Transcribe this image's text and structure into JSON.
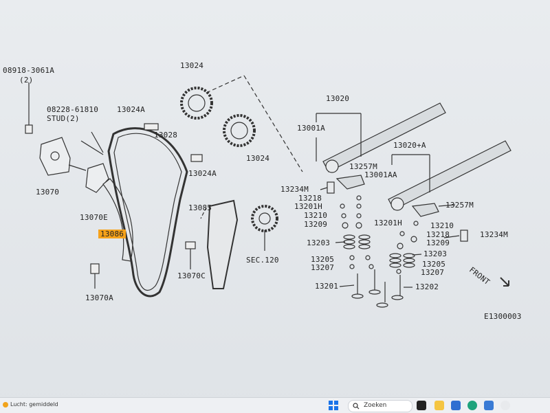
{
  "diagram": {
    "labels": {
      "n08918": "08918-3061A",
      "n08918_qty": "(2)",
      "n08228": "08228-61810",
      "stud": "STUD(2)",
      "p13024a_top": "13024A",
      "p13024_top": "13024",
      "p13028": "13028",
      "p13024_mid": "13024",
      "p13024a_mid": "13024A",
      "p13070": "13070",
      "p13070e": "13070E",
      "p13086": "13086",
      "p13085": "13085",
      "sec120": "SEC.120",
      "p13070c": "13070C",
      "p13070a": "13070A",
      "p13020": "13020",
      "p13001a": "13001A",
      "p13020a": "13020+A",
      "p13257m_a": "13257M",
      "p13001aa": "13001AA",
      "p13234m_l": "13234M",
      "p13218_l": "13218",
      "p13201h_l": "13201H",
      "p13210_l": "13210",
      "p13209_l": "13209",
      "p13257m_b": "13257M",
      "p13201h_r": "13201H",
      "p13210_r": "13210",
      "p13218_r": "13218",
      "p13209_r": "13209",
      "p13234m_r": "13234M",
      "p13203_l": "13203",
      "p13203_r": "13203",
      "p13205_l": "13205",
      "p13205_r": "13205",
      "p13207_l": "13207",
      "p13207_r": "13207",
      "p13201": "13201",
      "p13202": "13202",
      "front": "FRONT",
      "code": "E1300003"
    }
  },
  "taskbar": {
    "weather": "Lucht: gemiddeld",
    "search_placeholder": "Zoeken"
  },
  "colors": {
    "highlight": "#f6a21a",
    "line": "#333333"
  }
}
